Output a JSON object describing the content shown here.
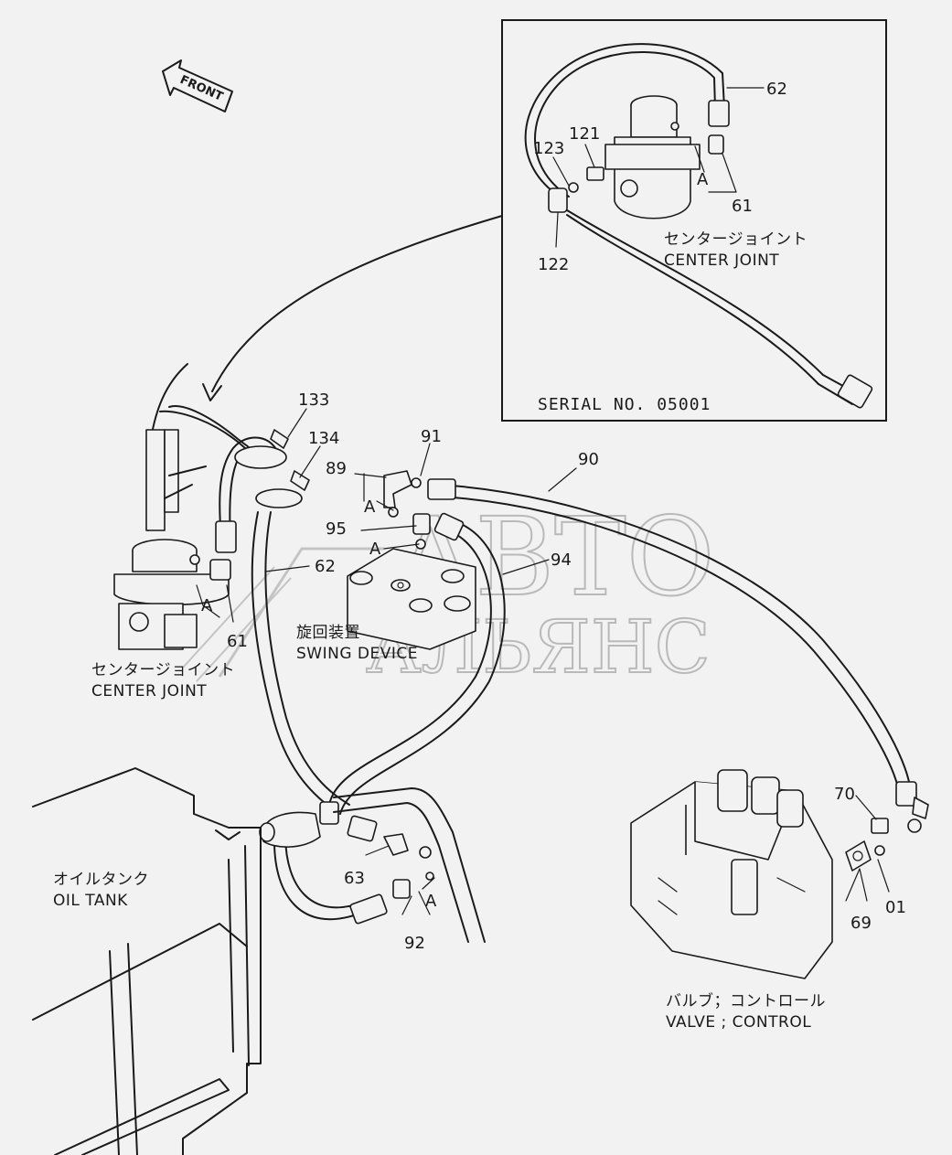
{
  "front_label": "FRONT",
  "inset": {
    "serial": "SERIAL  NO.  05001",
    "center_joint_jp": "センタージョイント",
    "center_joint_en": "CENTER  JOINT",
    "callouts": {
      "c62": "62",
      "c121": "121",
      "c123": "123",
      "cA": "A",
      "c61": "61",
      "c122": "122"
    }
  },
  "main": {
    "center_joint_jp": "センタージョイント",
    "center_joint_en": "CENTER  JOINT",
    "swing_device_jp": "旋回装置",
    "swing_device_en": "SWING  DEVICE",
    "oil_tank_jp": "オイルタンク",
    "oil_tank_en": "OIL  TANK",
    "valve_jp": "バルブ；コントロール",
    "valve_en": "VALVE ; CONTROL",
    "callouts": {
      "c133": "133",
      "c134": "134",
      "c91": "91",
      "c90": "90",
      "c89": "89",
      "cA1": "A",
      "c95": "95",
      "cA2": "A",
      "c62": "62",
      "c94": "94",
      "cA3": "A",
      "c61": "61",
      "c70": "70",
      "c63": "63",
      "c01": "01",
      "c69": "69",
      "cA4": "A",
      "c92": "92"
    }
  },
  "watermark": {
    "line1": "АВТО",
    "line2": "АЛЬЯНС"
  }
}
